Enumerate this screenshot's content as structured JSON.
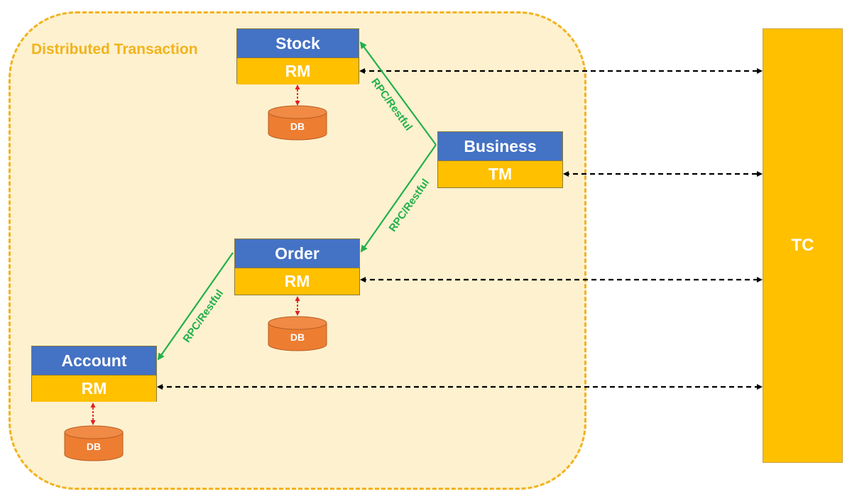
{
  "group": {
    "title": "Distributed Transaction"
  },
  "services": {
    "stock": {
      "name": "Stock",
      "role": "RM"
    },
    "business": {
      "name": "Business",
      "role": "TM"
    },
    "order": {
      "name": "Order",
      "role": "RM"
    },
    "account": {
      "name": "Account",
      "role": "RM"
    }
  },
  "coordinator": {
    "label": "TC"
  },
  "databases": {
    "label": "DB"
  },
  "links": {
    "rpc_label": "RPC/Restful"
  },
  "colors": {
    "service_header": "#4472c4",
    "service_role": "#ffc000",
    "database": "#ed7d31",
    "rpc_arrow": "#22b04b",
    "db_arrow": "#e02020",
    "group_border": "#f2b21b",
    "group_fill": "#fdf1cf"
  }
}
